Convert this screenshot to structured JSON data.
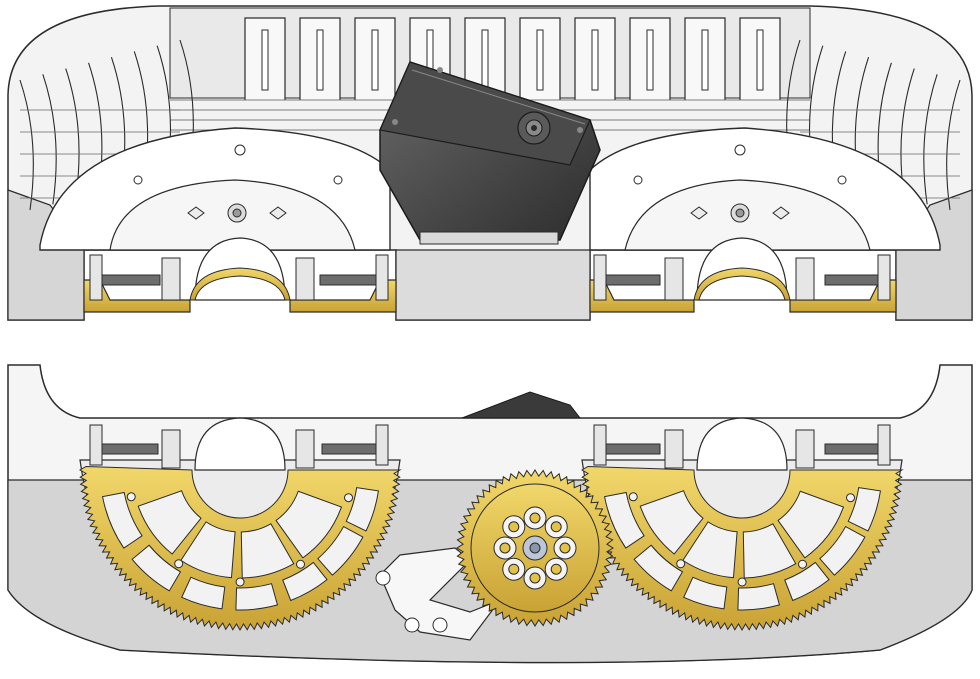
{
  "scene": {
    "views": [
      {
        "id": "top-view",
        "description_visible_text": ""
      },
      {
        "id": "bottom-view",
        "description_visible_text": ""
      }
    ],
    "colors": {
      "housing_fill": "#f4f4f4",
      "housing_shadow": "#cfcfcf",
      "line": "#2b2b2b",
      "gear_gold": "#e3c24a",
      "gear_gold_dark": "#b8952a",
      "servo_dark": "#3b3b3b",
      "servo_mid": "#5a5a5a",
      "rod_grey": "#6d6d6d"
    },
    "counts": {
      "top_ribs": 10,
      "large_gears": 2,
      "small_gear_holes": 8
    }
  }
}
